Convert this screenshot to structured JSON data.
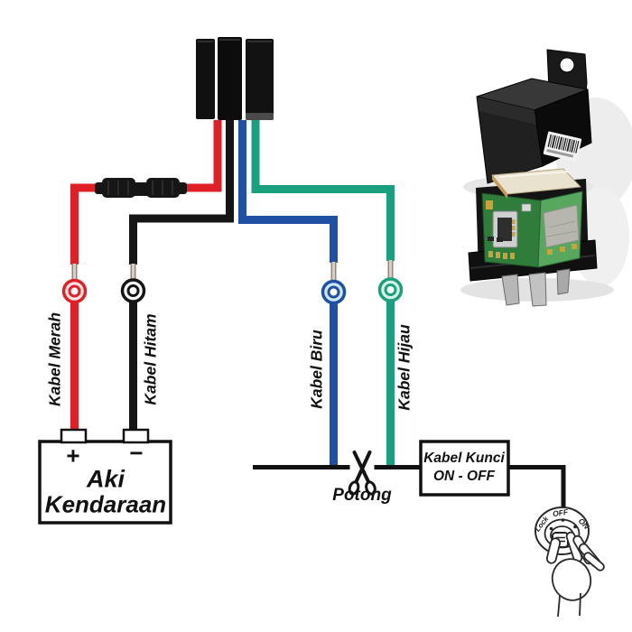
{
  "colors": {
    "red_wire": "#df2027",
    "black_wire": "#151515",
    "blue_wire": "#1e51a4",
    "green_wire": "#1aa07c",
    "key_line": "#111111",
    "ring_fill_red": "#f8e4e4",
    "ring_fill_black": "#ffffff",
    "ring_fill_blue": "#cfe6f7",
    "ring_fill_green": "#d9f2e8"
  },
  "wires": {
    "red": {
      "label": "Kabel Merah"
    },
    "black": {
      "label": "Kabel Hitam"
    },
    "blue": {
      "label": "Kabel Biru"
    },
    "green": {
      "label": "Kabel Hijau"
    }
  },
  "battery": {
    "line1": "Aki",
    "line2": "Kendaraan",
    "positive": "+",
    "negative": "−"
  },
  "cut_label": "Potong",
  "key_wire_box": {
    "line1": "Kabel Kunci",
    "line2": "ON - OFF"
  },
  "ignition_switch": {
    "positions": [
      "Lock",
      "OFF",
      "ON"
    ]
  }
}
